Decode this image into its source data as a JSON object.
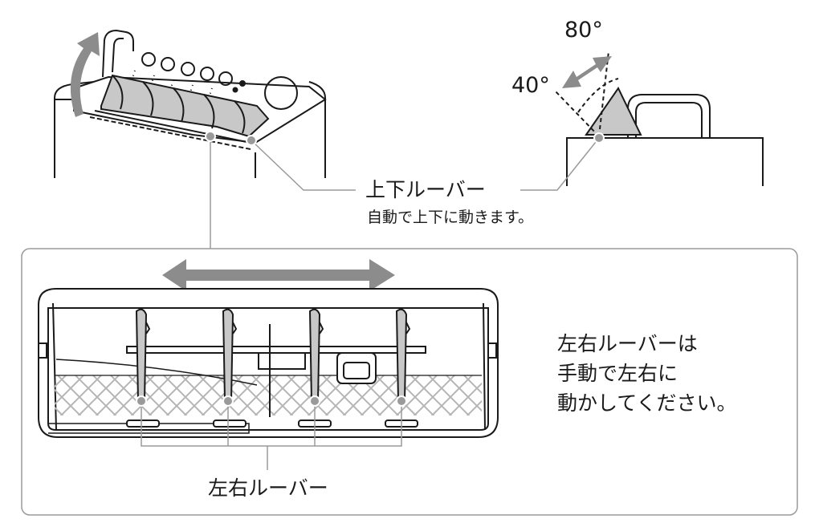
{
  "angles": {
    "max": "80°",
    "min": "40°"
  },
  "updown_louver": {
    "title": "上下ルーバー",
    "description": "自動で上下に動きます。"
  },
  "leftright_louver": {
    "title": "左右ルーバー",
    "note_lines": [
      "左右ルーバーは",
      "手動で左右に",
      "動かしてください。"
    ]
  },
  "colors": {
    "line": "#1a1a1a",
    "arrow": "#8c8c8c",
    "louver": "#c8c8c8",
    "leader": "#9a9a9a",
    "mesh": "#bdbdbd"
  }
}
